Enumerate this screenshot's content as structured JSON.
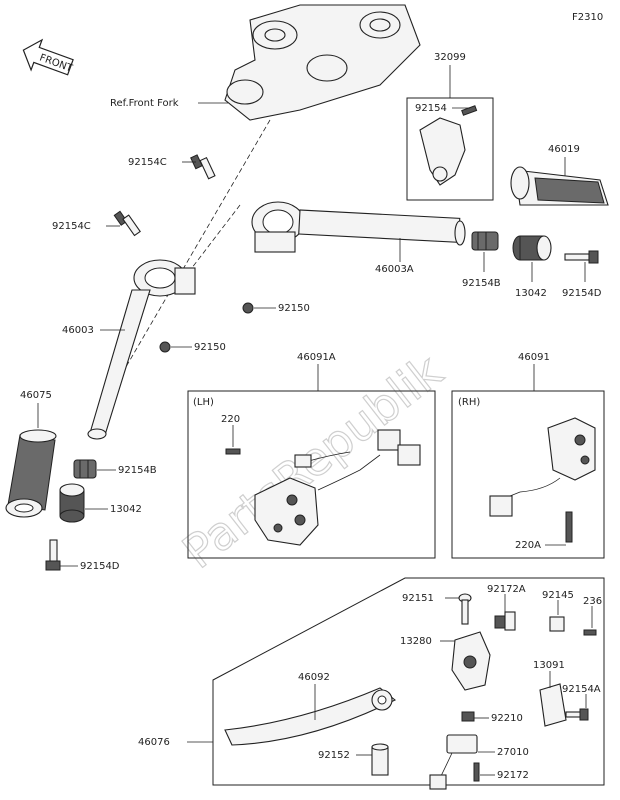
{
  "figure_code": "F2310",
  "front_arrow_label": "FRONT",
  "watermark": "PartsRepublik",
  "box_labels": {
    "lh": "(LH)",
    "rh": "(RH)"
  },
  "labels": {
    "l32099": "32099",
    "l92154": "92154",
    "l46019": "46019",
    "refFork": "Ref.Front Fork",
    "l92154C_a": "92154C",
    "l92154C_b": "92154C",
    "l46003A": "46003A",
    "l92154B_a": "92154B",
    "l13042_a": "13042",
    "l92154D_a": "92154D",
    "l92150_a": "92150",
    "l46003": "46003",
    "l92150_b": "92150",
    "l46091A": "46091A",
    "l46091": "46091",
    "l220": "220",
    "l220A": "220A",
    "l46075": "46075",
    "l92154B_b": "92154B",
    "l13042_b": "13042",
    "l92154D_b": "92154D",
    "l92151": "92151",
    "l92172A": "92172A",
    "l92145": "92145",
    "l236": "236",
    "l13280": "13280",
    "l13091": "13091",
    "l92154A": "92154A",
    "l46092": "46092",
    "l92210": "92210",
    "l46076": "46076",
    "l92152": "92152",
    "l27010": "27010",
    "l92172": "92172"
  }
}
